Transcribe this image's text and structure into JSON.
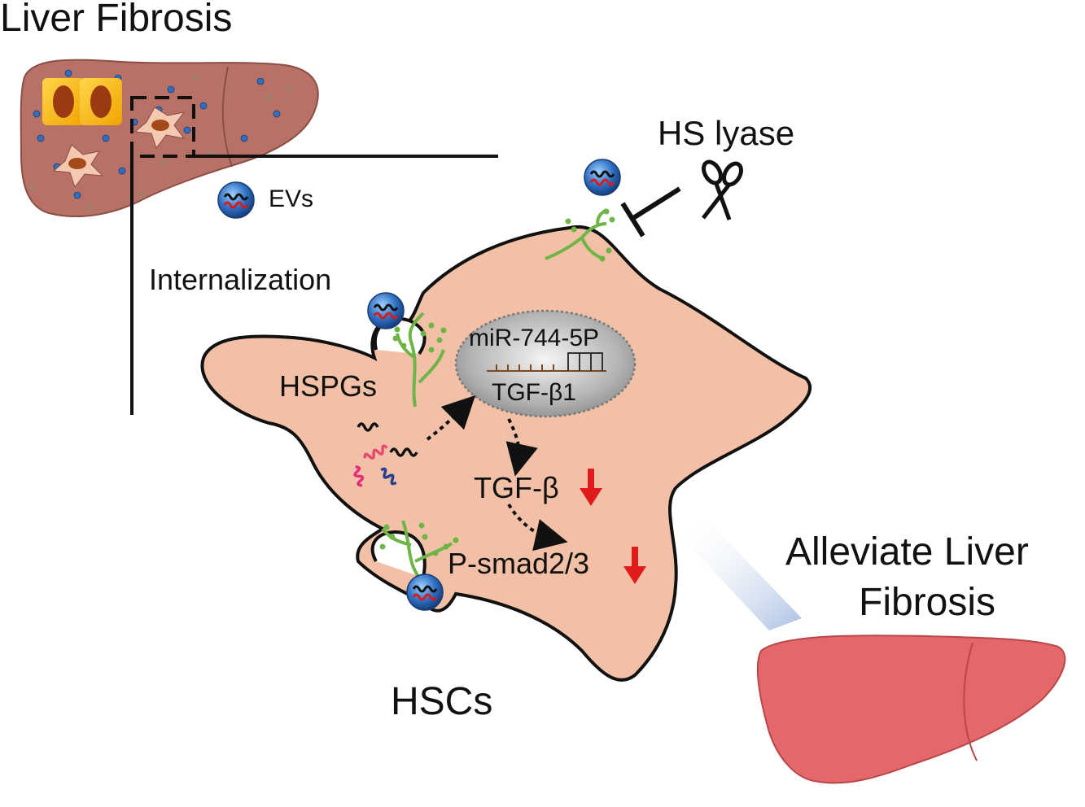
{
  "labels": {
    "liver_fibrosis_title": "Liver Fibrosis",
    "evs": "EVs",
    "hs_lyase": "HS lyase",
    "internalization": "Internalization",
    "hspgs": "HSPGs",
    "mirna": "miR-744-5P",
    "tgf_beta1": "TGF-β1",
    "tgf_beta": "TGF-β",
    "psmad": "P-smad2/3",
    "hscs": "HSCs",
    "alleviate_line1": "Alleviate Liver",
    "alleviate_line2": "Fibrosis"
  },
  "colors": {
    "fibrotic_liver": "#b87166",
    "healthy_liver": "#e4686a",
    "cell_body": "#f2c0a6",
    "nucleus_gray": "#a8a8a8",
    "hspg_green": "#6db544",
    "down_arrow": "#e01b1b",
    "ev_blue": "#2e6fc2"
  },
  "icons": {
    "scissors": "scissors-icon",
    "inhibit": "inhibit-icon",
    "down_arrow": "down-arrow-icon"
  }
}
